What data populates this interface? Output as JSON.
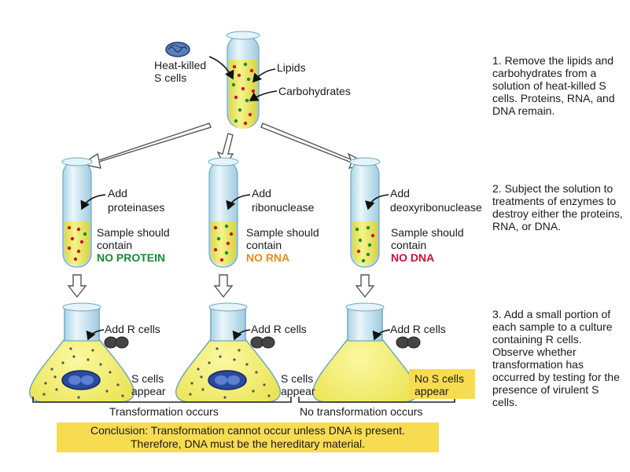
{
  "labels": {
    "heat_killed_line1": "Heat-killed",
    "heat_killed_line2": "S cells",
    "lipids": "Lipids",
    "carbohydrates": "Carbohydrates"
  },
  "tubes": [
    {
      "add_line1": "Add",
      "add_line2": "proteinases",
      "sample_line1": "Sample should",
      "sample_line2": "contain",
      "result": "NO PROTEIN",
      "result_color": "#178a35"
    },
    {
      "add_line1": "Add",
      "add_line2": "ribonuclease",
      "sample_line1": "Sample should",
      "sample_line2": "contain",
      "result": "NO RNA",
      "result_color": "#f08a1c"
    },
    {
      "add_line1": "Add",
      "add_line2": "deoxyribonuclease",
      "sample_line1": "Sample should",
      "sample_line2": "contain",
      "result": "NO DNA",
      "result_color": "#d0103a"
    }
  ],
  "flasks": [
    {
      "add": "Add R cells",
      "outcome_line1": "S cells",
      "outcome_line2": "appear"
    },
    {
      "add": "Add R cells",
      "outcome_line1": "S cells",
      "outcome_line2": "appear"
    },
    {
      "add": "Add R cells",
      "outcome_line1": "No S cells",
      "outcome_line2": "appear"
    }
  ],
  "brackets": {
    "transformation": "Transformation occurs",
    "no_transformation": "No transformation occurs"
  },
  "steps": [
    "1. Remove the lipids and carbohydrates from a solution of heat-killed S cells. Proteins, RNA, and DNA remain.",
    "2. Subject the solution to treatments of enzymes to destroy either the proteins, RNA, or DNA.",
    "3. Add a small portion of each sample to a culture containing R cells. Observe whether transformation has occurred by testing for the presence of virulent S cells."
  ],
  "conclusion": {
    "line1": "Conclusion: Transformation cannot occur unless DNA is present.",
    "line2": "Therefore, DNA must be the hereditary material."
  },
  "colors": {
    "solution": "#f1ef6a",
    "highlight": "#f7dc52",
    "glass": "#cfe9f4",
    "dot_red": "#d0103a",
    "dot_green": "#1b8a3a",
    "cell_blue": "#2a4aa0",
    "r_cell": "#444444"
  }
}
